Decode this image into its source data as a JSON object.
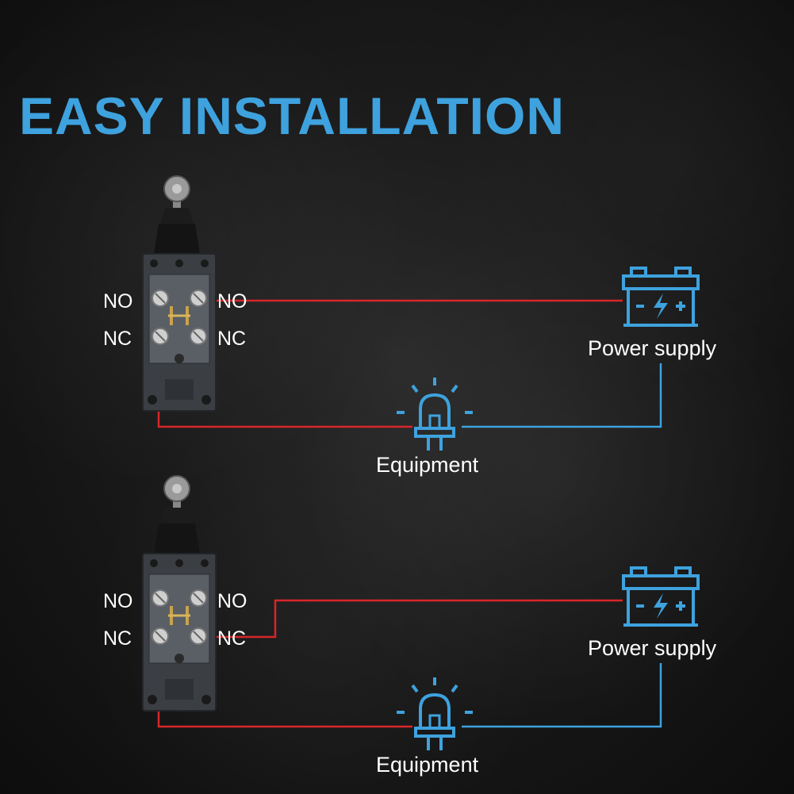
{
  "title": "EASY INSTALLATION",
  "colors": {
    "accent": "#3ea2de",
    "wire_red": "#d8262a",
    "wire_blue": "#3ea2de"
  },
  "diagrams": [
    {
      "terminals": {
        "left_top": "NO",
        "left_bottom": "NC",
        "right_top": "NO",
        "right_bottom": "NC"
      },
      "power_label": "Power supply",
      "equipment_label": "Equipment",
      "battery_icon": "battery-icon",
      "bulb_icon": "light-bulb-icon"
    },
    {
      "terminals": {
        "left_top": "NO",
        "left_bottom": "NC",
        "right_top": "NO",
        "right_bottom": "NC"
      },
      "power_label": "Power supply",
      "equipment_label": "Equipment",
      "battery_icon": "battery-icon",
      "bulb_icon": "light-bulb-icon"
    }
  ]
}
